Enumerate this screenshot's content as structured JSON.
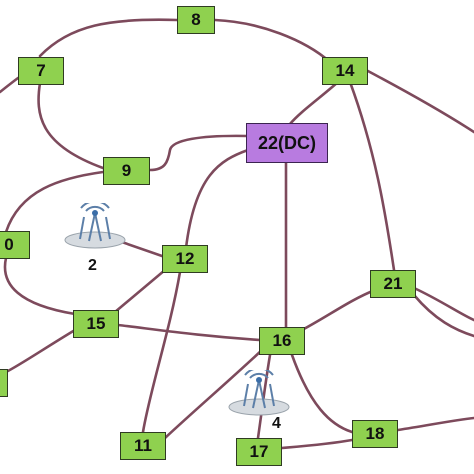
{
  "nodes": {
    "n8": "8",
    "n7": "7",
    "n14": "14",
    "n22": "22(DC)",
    "n9": "9",
    "n0": "0",
    "n12": "12",
    "n21": "21",
    "n15": "15",
    "n16": "16",
    "n11": "11",
    "n17": "17",
    "n18": "18"
  },
  "towers": {
    "t2": "2",
    "t4": "4"
  },
  "colors": {
    "node_fill": "#8fd14f",
    "dc_fill": "#b87be0",
    "edge": "#7d4a5c"
  }
}
